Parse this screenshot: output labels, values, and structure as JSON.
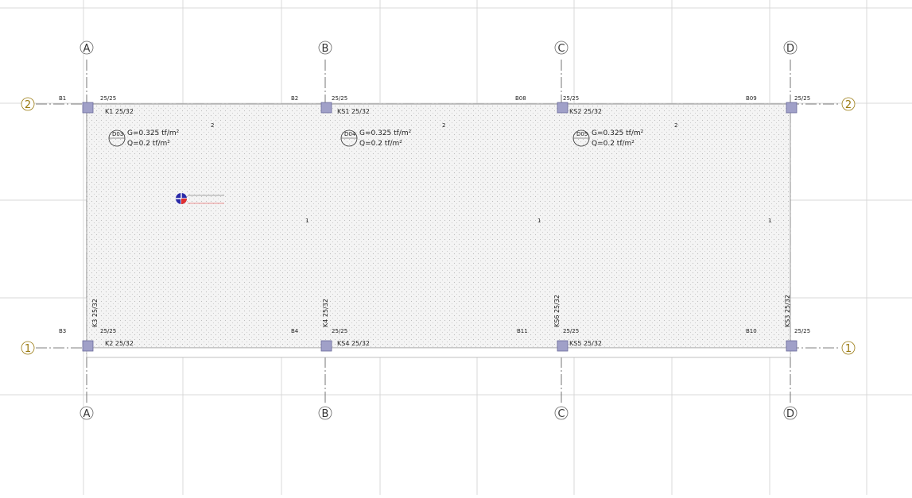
{
  "drawing": {
    "axes": {
      "vertical": [
        {
          "label": "A"
        },
        {
          "label": "B"
        },
        {
          "label": "C"
        },
        {
          "label": "D"
        }
      ],
      "horizontal": [
        {
          "label": "2"
        },
        {
          "label": "1"
        }
      ]
    },
    "corner_tags": [
      "B1",
      "B2",
      "B08",
      "B09",
      "B3",
      "B4",
      "B11",
      "B10"
    ],
    "column_sizes": {
      "top": [
        "25/25",
        "25/25",
        "25/25",
        "25/25"
      ],
      "bottom": [
        "25/25",
        "25/25",
        "25/25",
        "25/25"
      ]
    },
    "beams_top": [
      "K1  25/32",
      "KS1  25/32",
      "KS2  25/32"
    ],
    "beams_bottom": [
      "K2  25/32",
      "KS4  25/32",
      "KS5  25/32"
    ],
    "beams_vertical": [
      "K3  25/32",
      "K4  25/32",
      "KS6  25/32",
      "KS3  25/32"
    ],
    "slabs": [
      {
        "id": "D03",
        "g": "G=0.325 tf/m²",
        "q": "Q=0.2 tf/m²",
        "rib_no": "1",
        "dir_no": "2"
      },
      {
        "id": "D04",
        "g": "G=0.325 tf/m²",
        "q": "Q=0.2 tf/m²",
        "rib_no": "1",
        "dir_no": "2"
      },
      {
        "id": "D05",
        "g": "G=0.325 tf/m²",
        "q": "Q=0.2 tf/m²",
        "rib_no": "1",
        "dir_no": "2"
      }
    ],
    "colors": {
      "grid": "#d9d9d9",
      "axis_line": "#555555",
      "slab_fill": "#eef3fb",
      "beam_fill": "#f2f2f2",
      "rib": "#e0b88a",
      "green": "#1e8c1e",
      "blue": "#1f2f9a",
      "column": "#a0a0c8"
    }
  }
}
